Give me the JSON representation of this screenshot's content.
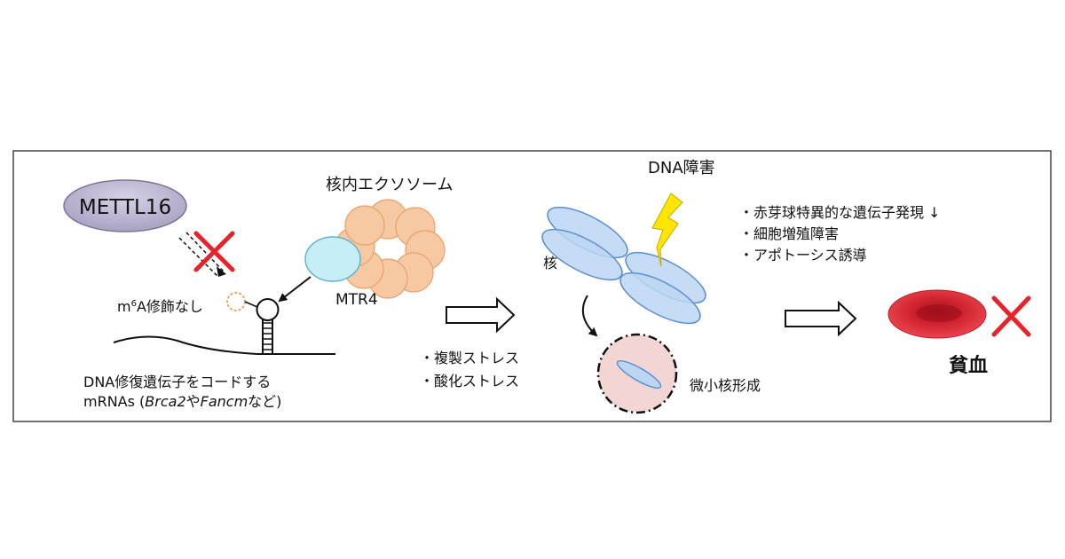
{
  "labels": {
    "mettl16": "METTL16",
    "exosome": "核内エクソソーム",
    "mtr4": "MTR4",
    "m6a_pre": "m",
    "m6a_sup": "6",
    "m6a_post": "A修飾なし",
    "mrna_line1": "DNA修復遺伝子をコードする",
    "mrna_line2_a": "mRNAs (",
    "mrna_line2_brca2": "Brca2",
    "mrna_line2_ya": "や",
    "mrna_line2_fancm": "Fancm",
    "mrna_line2_b": "など)",
    "stress1": "・複製ストレス",
    "stress2": "・酸化ストレス",
    "dna_damage": "DNA障害",
    "nucleus": "核",
    "micronucleus": "微小核形成",
    "effect1": "・赤芽球特異的な遺伝子発現",
    "effect1_arrow": "↓",
    "effect2": "・細胞増殖障害",
    "effect3": "・アポトーシス誘導",
    "anemia": "貧血"
  },
  "colors": {
    "mettl16_fill": "#b9b3cf",
    "exosome_fill": "#f6c9a3",
    "mtr4_fill": "#c7eef7",
    "nucleus_fill": "#bcd6f2",
    "nucleus_stroke": "#5b8fd6",
    "micronucleus_fill": "#f3d6d3",
    "lightning_fill": "#ffe600",
    "inhibit_cross": "#e8222b",
    "m6a_circle": "#f0a050",
    "rbc_fill": "#d8283a"
  }
}
